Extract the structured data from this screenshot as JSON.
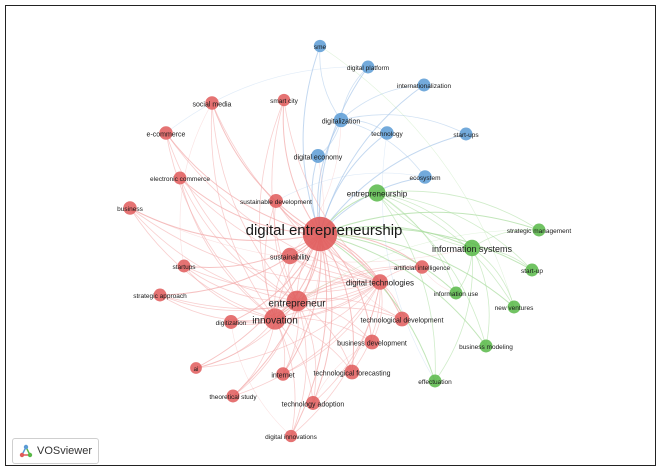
{
  "app": {
    "logo_text": "VOSviewer"
  },
  "colors": {
    "red": "#e05b5b",
    "blue": "#5b9bd5",
    "green": "#58b848",
    "red_link": "#f2a8a8",
    "blue_link": "#a9c8ea",
    "green_link": "#a8dc9c"
  },
  "nodes": [
    {
      "id": "digital-entrepreneurship",
      "label": "digital entrepreneurship",
      "cluster": "red",
      "weight": 100
    },
    {
      "id": "entrepreneur",
      "label": "entrepreneur",
      "cluster": "red",
      "weight": 30
    },
    {
      "id": "innovation",
      "label": "innovation",
      "cluster": "red",
      "weight": 32
    },
    {
      "id": "sustainability",
      "label": "sustainability",
      "cluster": "red",
      "weight": 16
    },
    {
      "id": "digital-technologies",
      "label": "digital technologies",
      "cluster": "red",
      "weight": 14
    },
    {
      "id": "technological-development",
      "label": "technological development",
      "cluster": "red",
      "weight": 12
    },
    {
      "id": "business-development",
      "label": "business development",
      "cluster": "red",
      "weight": 12
    },
    {
      "id": "technological-forecasting",
      "label": "technological forecasting",
      "cluster": "red",
      "weight": 12
    },
    {
      "id": "technology-adoption",
      "label": "technology adoption",
      "cluster": "red",
      "weight": 10
    },
    {
      "id": "internet",
      "label": "internet",
      "cluster": "red",
      "weight": 9
    },
    {
      "id": "theoretical-study",
      "label": "theoretical study",
      "cluster": "red",
      "weight": 8
    },
    {
      "id": "digital-innovations",
      "label": "digital innovations",
      "cluster": "red",
      "weight": 7
    },
    {
      "id": "digitization",
      "label": "digitization",
      "cluster": "red",
      "weight": 10
    },
    {
      "id": "strategic-approach",
      "label": "strategic approach",
      "cluster": "red",
      "weight": 8
    },
    {
      "id": "startups",
      "label": "startups",
      "cluster": "red",
      "weight": 8
    },
    {
      "id": "business",
      "label": "business",
      "cluster": "red",
      "weight": 9
    },
    {
      "id": "electronic-commerce",
      "label": "electronic commerce",
      "cluster": "red",
      "weight": 8
    },
    {
      "id": "e-commerce",
      "label": "e-commerce",
      "cluster": "red",
      "weight": 9
    },
    {
      "id": "social-media",
      "label": "social media",
      "cluster": "red",
      "weight": 9
    },
    {
      "id": "smart-city",
      "label": "smart city",
      "cluster": "red",
      "weight": 7
    },
    {
      "id": "sustainable-development",
      "label": "sustainable development",
      "cluster": "red",
      "weight": 10
    },
    {
      "id": "artificial-intelligence",
      "label": "artificial intelligence",
      "cluster": "red",
      "weight": 9
    },
    {
      "id": "ai",
      "label": "ai",
      "cluster": "red",
      "weight": 6
    },
    {
      "id": "sme",
      "label": "sme",
      "cluster": "blue",
      "weight": 7
    },
    {
      "id": "digital-platform",
      "label": "digital platform",
      "cluster": "blue",
      "weight": 8
    },
    {
      "id": "internationalization",
      "label": "internationalization",
      "cluster": "blue",
      "weight": 8
    },
    {
      "id": "digitalization",
      "label": "digitalization",
      "cluster": "blue",
      "weight": 11
    },
    {
      "id": "technology",
      "label": "technology",
      "cluster": "blue",
      "weight": 9
    },
    {
      "id": "start-ups",
      "label": "start-ups",
      "cluster": "blue",
      "weight": 8
    },
    {
      "id": "digital-economy",
      "label": "digital economy",
      "cluster": "blue",
      "weight": 10
    },
    {
      "id": "ecosystem",
      "label": "ecosystem",
      "cluster": "blue",
      "weight": 9
    },
    {
      "id": "entrepreneurship",
      "label": "entrepreneurship",
      "cluster": "green",
      "weight": 18
    },
    {
      "id": "information-systems",
      "label": "information systems",
      "cluster": "green",
      "weight": 16
    },
    {
      "id": "strategic-management",
      "label": "strategic management",
      "cluster": "green",
      "weight": 8
    },
    {
      "id": "start-up",
      "label": "start-up",
      "cluster": "green",
      "weight": 8
    },
    {
      "id": "information-use",
      "label": "information use",
      "cluster": "green",
      "weight": 8
    },
    {
      "id": "new-ventures",
      "label": "new ventures",
      "cluster": "green",
      "weight": 8
    },
    {
      "id": "business-modeling",
      "label": "business modeling",
      "cluster": "green",
      "weight": 8
    },
    {
      "id": "effectuation",
      "label": "effectuation",
      "cluster": "green",
      "weight": 8
    }
  ]
}
